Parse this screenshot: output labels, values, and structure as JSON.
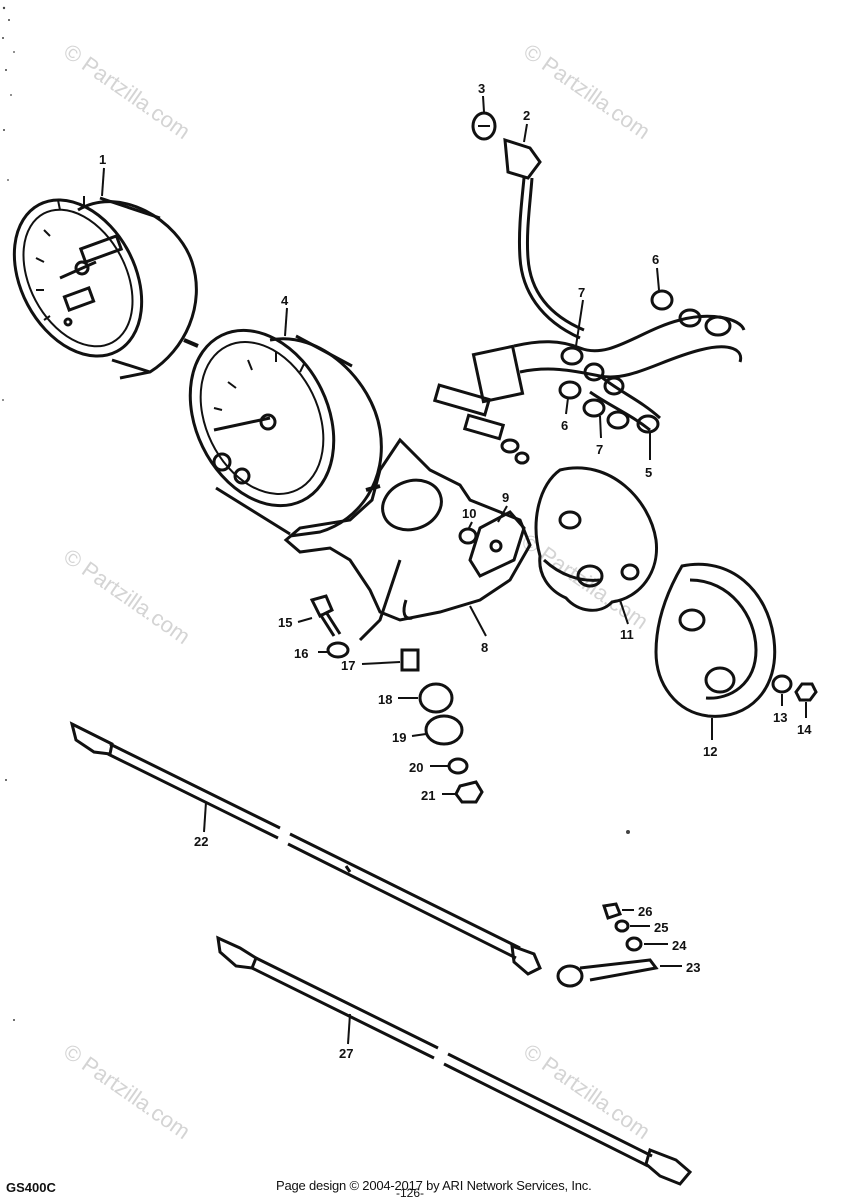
{
  "watermark": "© Partzilla.com",
  "callouts": [
    "1",
    "2",
    "3",
    "4",
    "5",
    "6",
    "6",
    "7",
    "7",
    "8",
    "9",
    "10",
    "11",
    "12",
    "13",
    "14",
    "15",
    "16",
    "17",
    "18",
    "19",
    "20",
    "21",
    "22",
    "23",
    "24",
    "25",
    "26",
    "27"
  ],
  "footer": {
    "model_code": "GS400C",
    "copyright": "Page design © 2004-2017 by ARI Network Services, Inc.",
    "page_number": "-126-"
  }
}
